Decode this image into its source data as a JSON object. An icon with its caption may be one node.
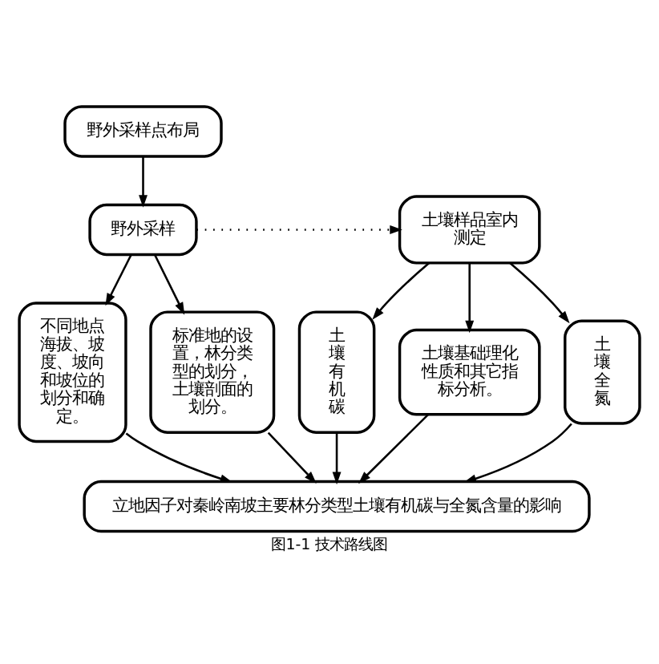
{
  "diagram": {
    "caption": "图1-1 技术路线图",
    "nodes": [
      {
        "text": [
          "野外采样点布局"
        ]
      },
      {
        "text": [
          "野外采样"
        ]
      },
      {
        "text": [
          "土壤样品室内测定"
        ]
      },
      {
        "text": [
          "不同地点海拔、坡度、坡向和坡位的划分和确定。"
        ]
      },
      {
        "text": [
          "标准地的设置，林分类型的划分，土壤剖面的划分。"
        ]
      },
      {
        "text": [
          "土壤有机碳"
        ]
      },
      {
        "text": [
          "土壤基础理化性质和其它指标分析。"
        ]
      },
      {
        "text": [
          "土壤全氮"
        ]
      },
      {
        "text": [
          "立地因子对秦岭南坡主要林分类型土壤有机碳与全氮含量的影响"
        ]
      }
    ],
    "edges": [
      {
        "from": 0,
        "to": 1,
        "arrow": "to"
      },
      {
        "from": 1,
        "to": 2,
        "arrow": "to",
        "style": "dashed"
      },
      {
        "from": 1,
        "to": 3,
        "arrow": "to"
      },
      {
        "from": 1,
        "to": 4,
        "arrow": "to"
      },
      {
        "from": 2,
        "to": 5,
        "arrow": "to"
      },
      {
        "from": 2,
        "to": 6,
        "arrow": "to"
      },
      {
        "from": 2,
        "to": 7,
        "arrow": "to"
      },
      {
        "from": 3,
        "to": 8,
        "arrow": "to"
      },
      {
        "from": 4,
        "to": 8,
        "arrow": "to"
      },
      {
        "from": 5,
        "to": 8,
        "arrow": "to"
      },
      {
        "from": 6,
        "to": 8,
        "arrow": "to"
      },
      {
        "from": 7,
        "to": 8,
        "arrow": "to"
      }
    ]
  }
}
